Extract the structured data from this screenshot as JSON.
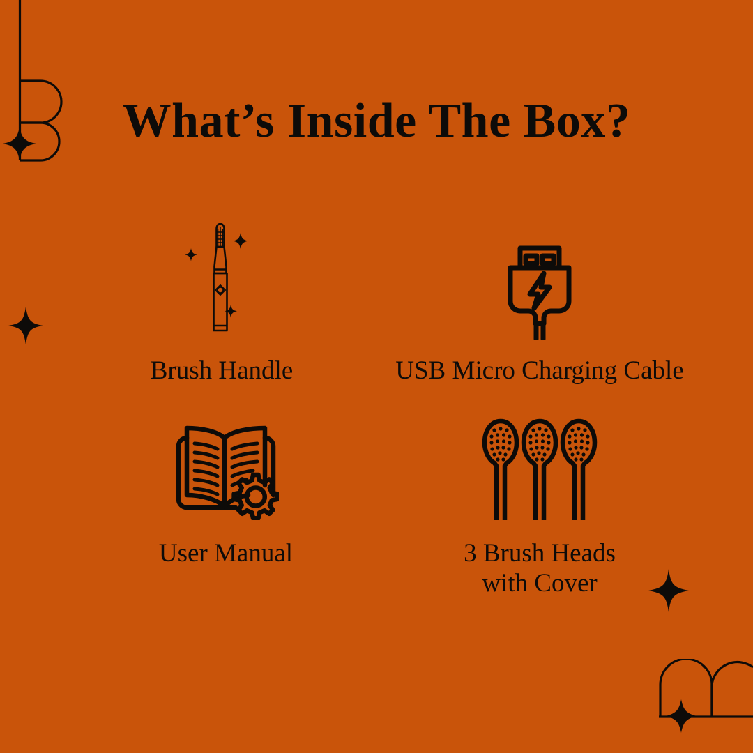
{
  "poster": {
    "background_color": "#c9540a",
    "ink_color": "#0d0b09",
    "title": "What’s Inside The Box?"
  },
  "decorations": [
    {
      "name": "letter-b-outline",
      "position": "top-left"
    },
    {
      "name": "sparkle-star",
      "position": "left-middle"
    },
    {
      "name": "sparkle-star",
      "position": "right-lower"
    },
    {
      "name": "letter-m-outline",
      "position": "bottom-right"
    },
    {
      "name": "sparkle-star",
      "position": "bottom-right"
    }
  ],
  "items": [
    {
      "id": "brush-handle",
      "icon": "electric-toothbrush-icon",
      "label": "Brush Handle"
    },
    {
      "id": "usb-cable",
      "icon": "usb-charging-plug-icon",
      "label": "USB Micro Charging Cable"
    },
    {
      "id": "user-manual",
      "icon": "open-book-gear-icon",
      "label": "User Manual"
    },
    {
      "id": "brush-heads",
      "icon": "three-brush-heads-icon",
      "label": "3 Brush Heads\nwith Cover"
    }
  ]
}
